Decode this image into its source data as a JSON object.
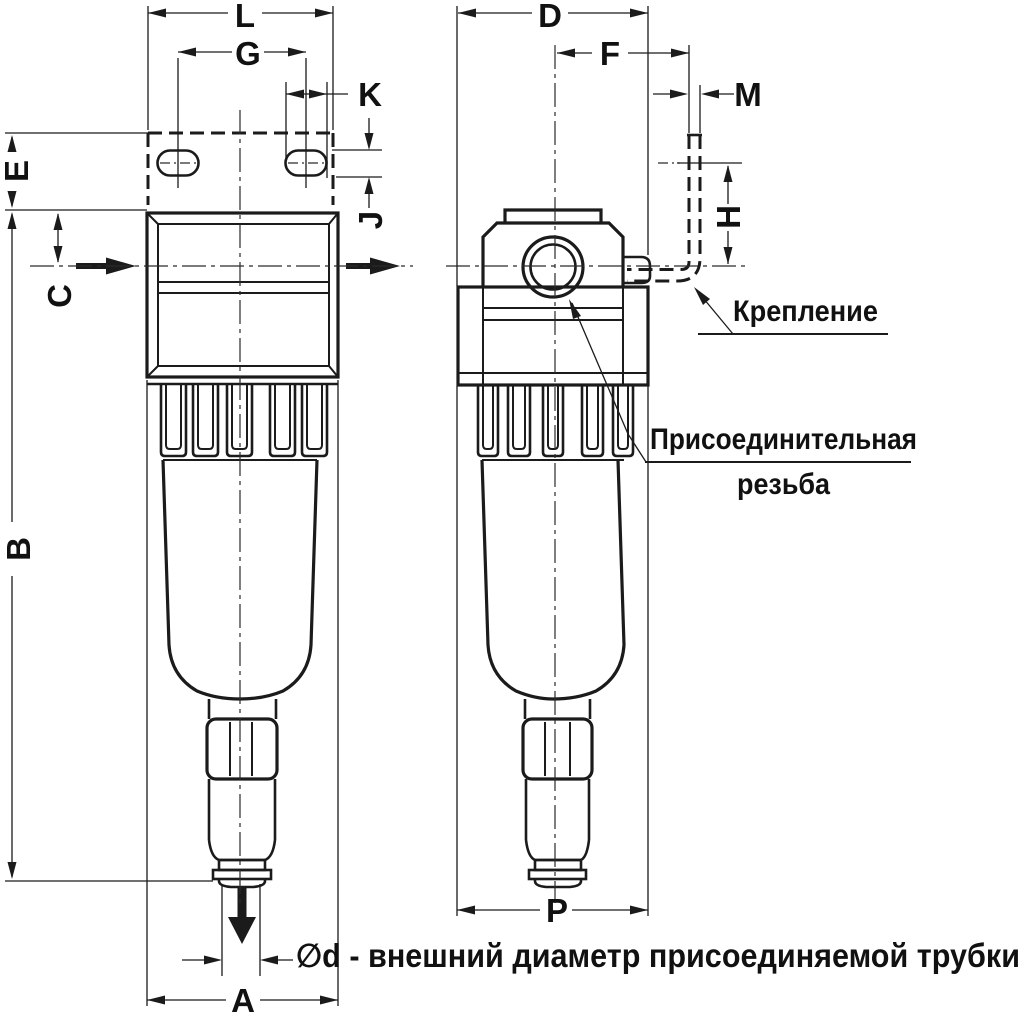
{
  "drawing": {
    "title": "Габаритный чертеж фильтра с кронштейном",
    "colors": {
      "line": "#1b1b1b",
      "background": "#ffffff"
    },
    "labels": {
      "L": "L",
      "G": "G",
      "K": "K",
      "E": "E",
      "J": "J",
      "C": "C",
      "B": "B",
      "A": "A",
      "D": "D",
      "F": "F",
      "M": "M",
      "H": "H",
      "P": "P"
    },
    "annotations": {
      "mounting": "Крепление",
      "thread_line1": "Присоединительная",
      "thread_line2": "резьба",
      "tube_note": "∅d - внешний диаметр присоединяемой трубки"
    }
  }
}
